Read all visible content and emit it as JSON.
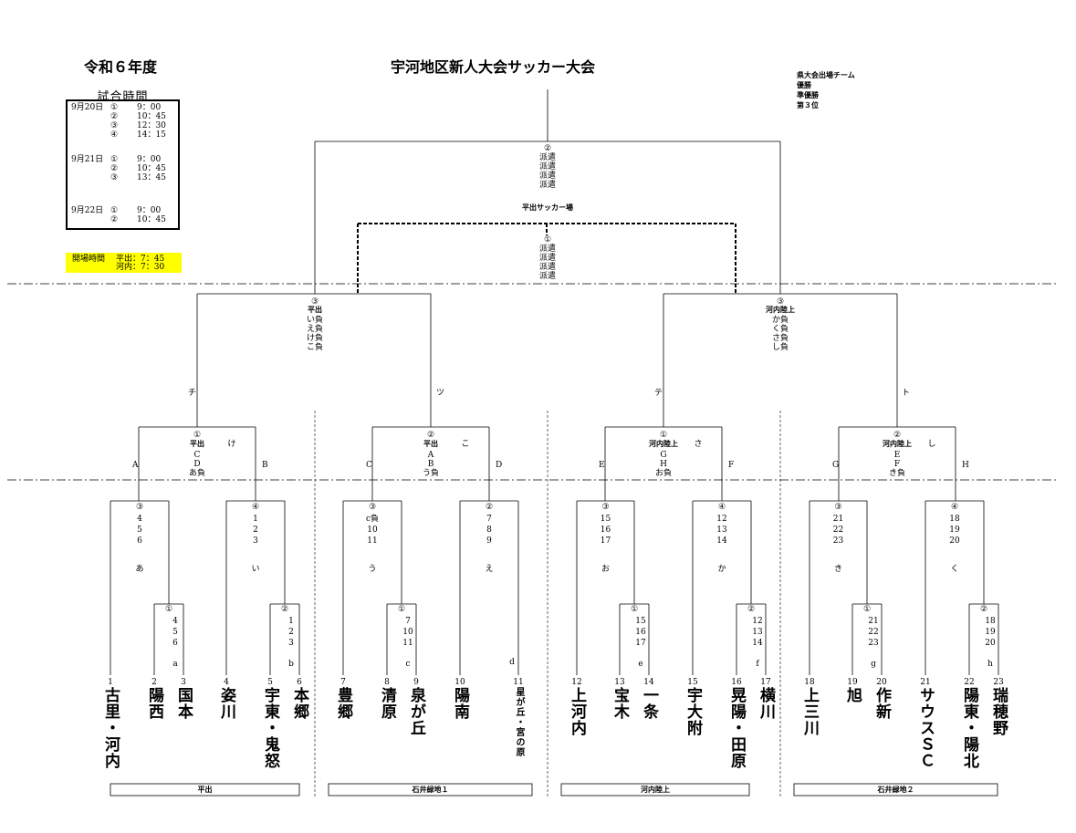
{
  "header": {
    "year": "令和６年度",
    "title": "宇河地区新人大会サッカー大会",
    "prefectural": [
      "県大会出場チーム",
      "優勝",
      "準優勝",
      "第３位"
    ]
  },
  "schedule": {
    "title": "試合時間",
    "rows": [
      {
        "day": "9月20日",
        "no": "①",
        "time": "9：00"
      },
      {
        "day": "",
        "no": "②",
        "time": "10：45"
      },
      {
        "day": "",
        "no": "③",
        "time": "12：30"
      },
      {
        "day": "",
        "no": "④",
        "time": "14：15"
      },
      {
        "day": "9月21日",
        "no": "①",
        "time": "9：00"
      },
      {
        "day": "",
        "no": "②",
        "time": "10：45"
      },
      {
        "day": "",
        "no": "③",
        "time": "13：45"
      },
      {
        "day": "9月22日",
        "no": "①",
        "time": "9：00"
      },
      {
        "day": "",
        "no": "②",
        "time": "10：45"
      }
    ],
    "opening_label": "開場時間",
    "opening": [
      "平出：7：45",
      "河内：7：30"
    ]
  },
  "final": {
    "num": "②",
    "lines": [
      "派遣",
      "派遣",
      "派遣",
      "派遣"
    ],
    "venue": "平出サッカー場"
  },
  "third": {
    "num": "①",
    "lines": [
      "派遣",
      "派遣",
      "派遣",
      "派遣"
    ]
  },
  "semis": [
    {
      "num": "③",
      "venue": "平出",
      "lines": [
        "い負",
        "え負",
        "け負",
        "こ負"
      ]
    },
    {
      "num": "③",
      "venue": "河内陸上",
      "lines": [
        "か負",
        "く負",
        "さ負",
        "し負"
      ]
    }
  ],
  "semi_labels": [
    "チ",
    "ツ",
    "テ",
    "ト"
  ],
  "quarters": [
    {
      "num": "①",
      "venue": "平出",
      "code": "け",
      "lines": [
        "C",
        "D",
        "あ負"
      ],
      "left": "A",
      "right": "B"
    },
    {
      "num": "②",
      "venue": "平出",
      "code": "こ",
      "lines": [
        "A",
        "B",
        "う負"
      ],
      "left": "C",
      "right": "D"
    },
    {
      "num": "①",
      "venue": "河内陸上",
      "code": "さ",
      "lines": [
        "G",
        "H",
        "お負"
      ],
      "left": "E",
      "right": "F"
    },
    {
      "num": "②",
      "venue": "河内陸上",
      "code": "し",
      "lines": [
        "E",
        "F",
        "き負"
      ],
      "left": "G",
      "right": "H"
    }
  ],
  "r2": [
    {
      "num": "③",
      "lines": [
        "4",
        "5",
        "6"
      ],
      "code": "あ"
    },
    {
      "num": "④",
      "lines": [
        "1",
        "2",
        "3"
      ],
      "code": "い"
    },
    {
      "num": "③",
      "lines": [
        "c負",
        "10",
        "11"
      ],
      "code": "う"
    },
    {
      "num": "②",
      "lines": [
        "7",
        "8",
        "9"
      ],
      "code": "え"
    },
    {
      "num": "③",
      "lines": [
        "15",
        "16",
        "17"
      ],
      "code": "お"
    },
    {
      "num": "④",
      "lines": [
        "12",
        "13",
        "14"
      ],
      "code": "か"
    },
    {
      "num": "③",
      "lines": [
        "21",
        "22",
        "23"
      ],
      "code": "き"
    },
    {
      "num": "④",
      "lines": [
        "18",
        "19",
        "20"
      ],
      "code": "く"
    }
  ],
  "r1": [
    {
      "num": "①",
      "lines": [
        "4",
        "5",
        "6"
      ],
      "code": "a"
    },
    {
      "num": "②",
      "lines": [
        "1",
        "2",
        "3"
      ],
      "code": "b"
    },
    {
      "num": "①",
      "lines": [
        "7",
        "10",
        "11"
      ],
      "code": "c"
    },
    {
      "num": "",
      "lines": [],
      "code": "d"
    },
    {
      "num": "①",
      "lines": [
        "15",
        "16",
        "17"
      ],
      "code": "e"
    },
    {
      "num": "②",
      "lines": [
        "12",
        "13",
        "14"
      ],
      "code": "f"
    },
    {
      "num": "①",
      "lines": [
        "21",
        "22",
        "23"
      ],
      "code": "g"
    },
    {
      "num": "②",
      "lines": [
        "18",
        "19",
        "20"
      ],
      "code": "h"
    }
  ],
  "teams": [
    {
      "no": "1",
      "name": "古里・河内"
    },
    {
      "no": "2",
      "name": "陽西"
    },
    {
      "no": "3",
      "name": "国本"
    },
    {
      "no": "4",
      "name": "姿川"
    },
    {
      "no": "5",
      "name": "宇東・鬼怒"
    },
    {
      "no": "6",
      "name": "本郷"
    },
    {
      "no": "7",
      "name": "豊郷"
    },
    {
      "no": "8",
      "name": "清原"
    },
    {
      "no": "9",
      "name": "泉が丘"
    },
    {
      "no": "10",
      "name": "陽南"
    },
    {
      "no": "11",
      "name": "星が丘・宮の原"
    },
    {
      "no": "12",
      "name": "上河内"
    },
    {
      "no": "13",
      "name": "宝木"
    },
    {
      "no": "14",
      "name": "一条"
    },
    {
      "no": "15",
      "name": "宇大附"
    },
    {
      "no": "16",
      "name": "晃陽・田原"
    },
    {
      "no": "17",
      "name": "横川"
    },
    {
      "no": "18",
      "name": "上三川"
    },
    {
      "no": "19",
      "name": "旭"
    },
    {
      "no": "20",
      "name": "作新"
    },
    {
      "no": "21",
      "name": "サウスＳＣ"
    },
    {
      "no": "22",
      "name": "陽東・陽北"
    },
    {
      "no": "23",
      "name": "瑞穂野"
    }
  ],
  "venues_bottom": [
    "平出",
    "石井緑地１",
    "河内陸上",
    "石井緑地２"
  ]
}
